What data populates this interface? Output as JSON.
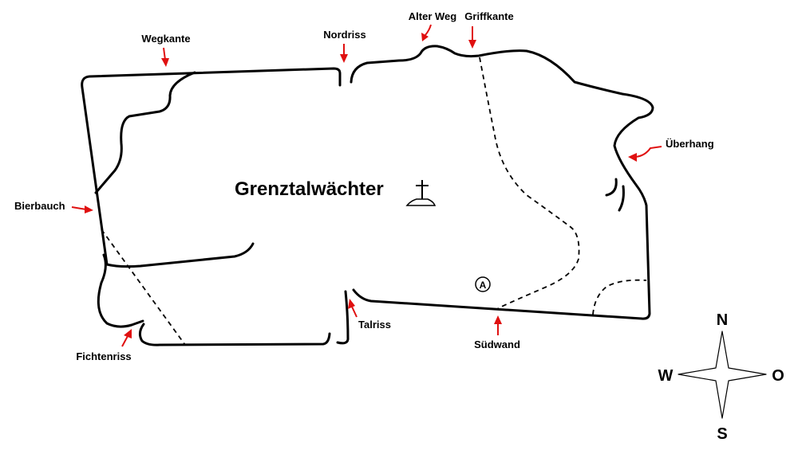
{
  "map": {
    "title": "Grenztalwächter",
    "labels": {
      "wegkante": "Wegkante",
      "nordriss": "Nordriss",
      "alter_weg": "Alter Weg",
      "griffkante": "Griffkante",
      "ueberhang": "Überhang",
      "bierbauch": "Bierbauch",
      "talriss": "Talriss",
      "suedwand": "Südwand",
      "fichtenriss": "Fichtenriss"
    },
    "marker": "A",
    "summit_symbol": "summit-cross-icon",
    "compass": {
      "n": "N",
      "s": "S",
      "w": "W",
      "o": "O"
    },
    "colors": {
      "arrow": "#e01010",
      "line": "#000000"
    }
  }
}
